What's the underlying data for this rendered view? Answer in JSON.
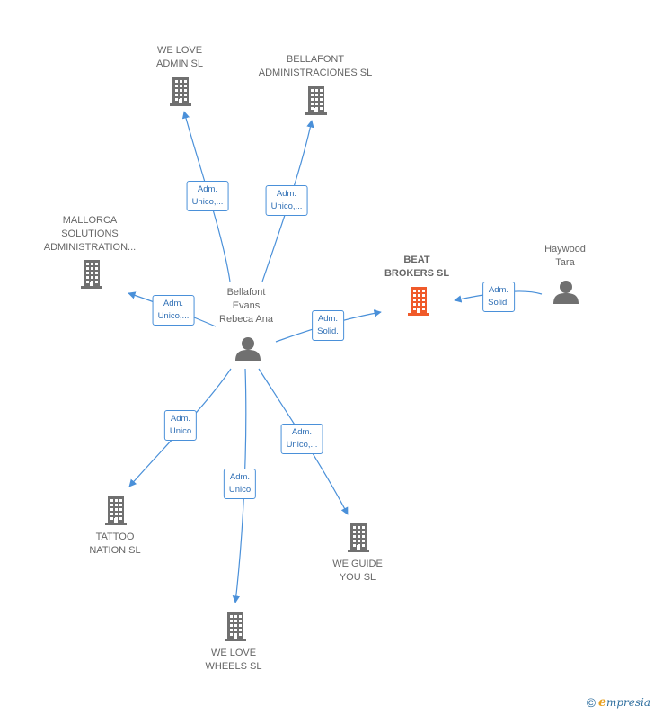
{
  "colors": {
    "edge": "#4a90d9",
    "company": "#707070",
    "company_focus": "#f05a2a",
    "person": "#707070"
  },
  "nodes": [
    {
      "id": "we_love_admin",
      "type": "company",
      "lines": [
        "WE LOVE",
        "ADMIN  SL"
      ],
      "icon": "building-icon"
    },
    {
      "id": "bellafont_admin",
      "type": "company",
      "lines": [
        "BELLAFONT",
        "ADMINISTRACIONES SL"
      ],
      "icon": "building-icon"
    },
    {
      "id": "mallorca",
      "type": "company",
      "lines": [
        "MALLORCA",
        "SOLUTIONS",
        "ADMINISTRATION..."
      ],
      "icon": "building-icon"
    },
    {
      "id": "beat_brokers",
      "type": "company_focus",
      "lines": [
        "BEAT",
        "BROKERS  SL"
      ],
      "icon": "building-icon"
    },
    {
      "id": "haywood",
      "type": "person",
      "lines": [
        "Haywood",
        "Tara"
      ],
      "icon": "person-icon"
    },
    {
      "id": "bellafont_evans",
      "type": "person",
      "lines": [
        "Bellafont",
        "Evans",
        "Rebeca Ana"
      ],
      "icon": "person-icon"
    },
    {
      "id": "tattoo",
      "type": "company",
      "lines": [
        "TATTOO",
        "NATION  SL"
      ],
      "icon": "building-icon"
    },
    {
      "id": "we_love_wheels",
      "type": "company",
      "lines": [
        "WE LOVE",
        "WHEELS  SL"
      ],
      "icon": "building-icon"
    },
    {
      "id": "we_guide",
      "type": "company",
      "lines": [
        "WE GUIDE",
        "YOU  SL"
      ],
      "icon": "building-icon"
    }
  ],
  "edges": [
    {
      "id": "e1",
      "lines": [
        "Adm.",
        "Unico,..."
      ]
    },
    {
      "id": "e2",
      "lines": [
        "Adm.",
        "Unico,..."
      ]
    },
    {
      "id": "e3",
      "lines": [
        "Adm.",
        "Unico,..."
      ]
    },
    {
      "id": "e4",
      "lines": [
        "Adm.",
        "Solid."
      ]
    },
    {
      "id": "e5",
      "lines": [
        "Adm.",
        "Solid."
      ]
    },
    {
      "id": "e6",
      "lines": [
        "Adm.",
        "Unico"
      ]
    },
    {
      "id": "e7",
      "lines": [
        "Adm.",
        "Unico"
      ]
    },
    {
      "id": "e8",
      "lines": [
        "Adm.",
        "Unico,..."
      ]
    }
  ],
  "footer": {
    "copyright_symbol": "©",
    "brand_initial": "e",
    "brand_rest": "mpresia"
  }
}
